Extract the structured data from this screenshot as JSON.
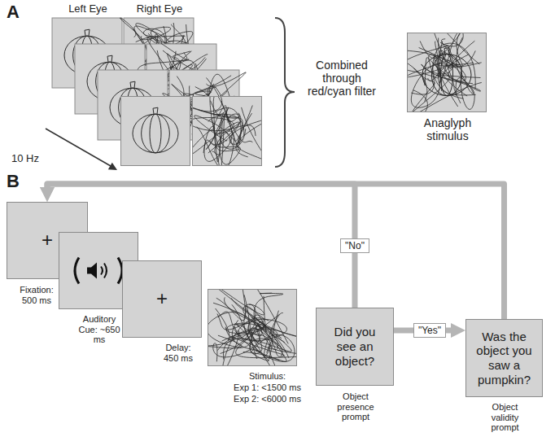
{
  "diagram": {
    "nodes": [
      {
        "text": [
          "Left Eye"
        ]
      },
      {
        "text": [
          "Right Eye"
        ]
      },
      {
        "text": [
          "Anaglyph stimulus"
        ]
      },
      {
        "text": [
          "+",
          "Fixation: 500 ms"
        ]
      },
      {
        "text": [
          "Auditory Cue: ~650 ms"
        ]
      },
      {
        "text": [
          "+",
          "Delay: 450 ms"
        ]
      },
      {
        "text": [
          "Stimulus:",
          "Exp 1: <1500 ms",
          "Exp 2: <6000 ms"
        ]
      },
      {
        "text": [
          "Did you see an object?",
          "Object presence prompt"
        ]
      },
      {
        "text": [
          "Was the object you saw a pumpkin?",
          "Object validity prompt"
        ]
      }
    ],
    "edges": [
      {
        "from": 7,
        "to": 3,
        "arrow": "to",
        "label": "\"No\""
      },
      {
        "from": 7,
        "to": 8,
        "arrow": "to",
        "label": "\"Yes\""
      },
      {
        "from": 8,
        "to": 3,
        "arrow": "to"
      }
    ],
    "labels": [
      "A",
      "10 Hz",
      "Combined through red/cyan filter",
      "B"
    ]
  }
}
